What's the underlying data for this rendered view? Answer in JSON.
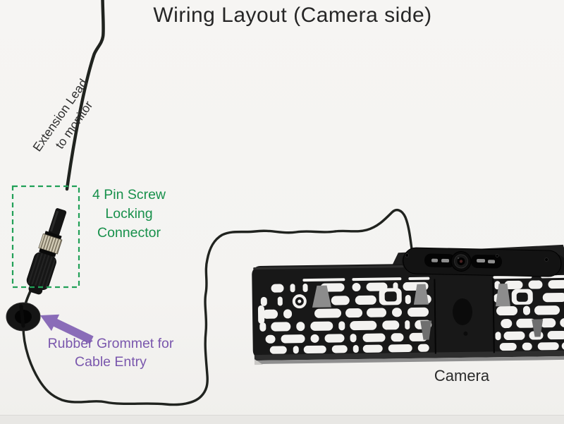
{
  "title": "Wiring Layout (Camera side)",
  "annotations": {
    "extension_lead": {
      "line1": "Extension Lead",
      "line2": "to monitor"
    },
    "connector": {
      "line1": "4 Pin Screw",
      "line2": "Locking",
      "line3": "Connector"
    },
    "grommet": {
      "line1": "Rubber Grommet for",
      "line2": "Cable Entry"
    },
    "camera_label": "Camera"
  },
  "colors": {
    "background": "#f4f3f1",
    "title": "#262626",
    "cable": "#20231f",
    "connector_text": "#17904b",
    "connector_box": "#21a057",
    "grommet_text": "#7a57ad",
    "arrow": "#8a6cb8",
    "plate": "#181818",
    "camera_label": "#2b2b2b"
  }
}
